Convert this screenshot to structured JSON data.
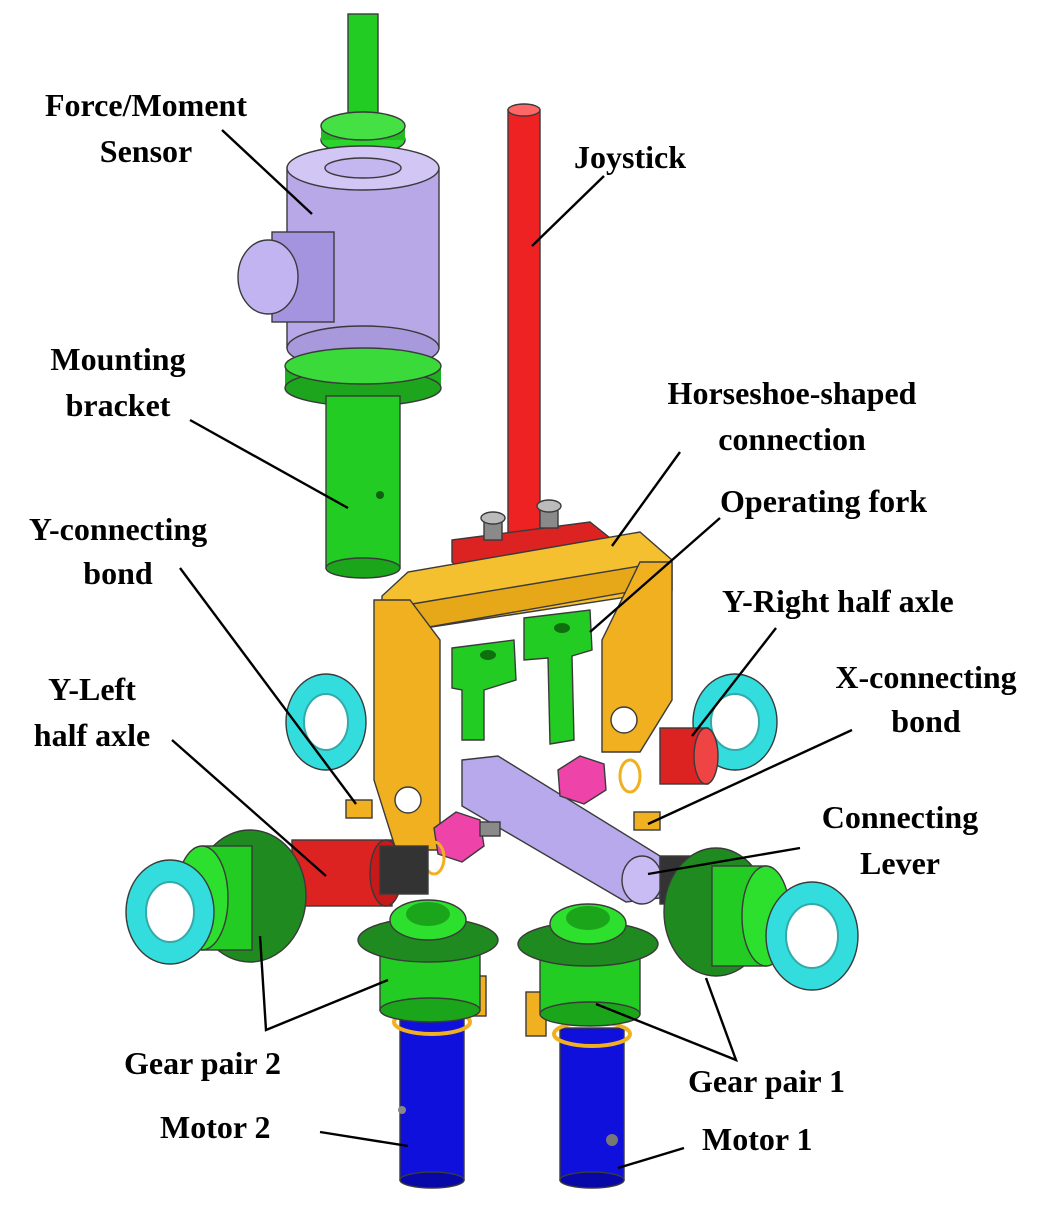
{
  "labels": {
    "force_sensor": [
      "Force/Moment",
      "Sensor"
    ],
    "joystick": "Joystick",
    "mounting_bracket": [
      "Mounting",
      "bracket"
    ],
    "horseshoe": [
      "Horseshoe-shaped",
      "connection"
    ],
    "operating_fork": "Operating fork",
    "y_connecting_bond": [
      "Y-connecting",
      "bond"
    ],
    "y_right_half_axle": "Y-Right half axle",
    "x_connecting_bond": [
      "X-connecting",
      "bond"
    ],
    "y_left_half_axle": [
      "Y-Left",
      "half axle"
    ],
    "connecting_lever": [
      "Connecting",
      "Lever"
    ],
    "gear_pair_2": "Gear pair 2",
    "gear_pair_1": "Gear pair 1",
    "motor_2": "Motor 2",
    "motor_1": "Motor 1"
  },
  "colors": {
    "sensor_body": "#b8a8e8",
    "mount_green": "#22cc22",
    "joystick_red": "#ee2222",
    "horseshoe_yellow": "#f0b020",
    "bearing_cyan": "#33dddd",
    "axle_red": "#dd2222",
    "nut_magenta": "#ee44aa",
    "lever_lavender": "#b8a8ec",
    "gear_dark_green": "#1f8a1f",
    "motor_blue": "#1010dd",
    "bolt_gray": "#8a8a8a"
  }
}
